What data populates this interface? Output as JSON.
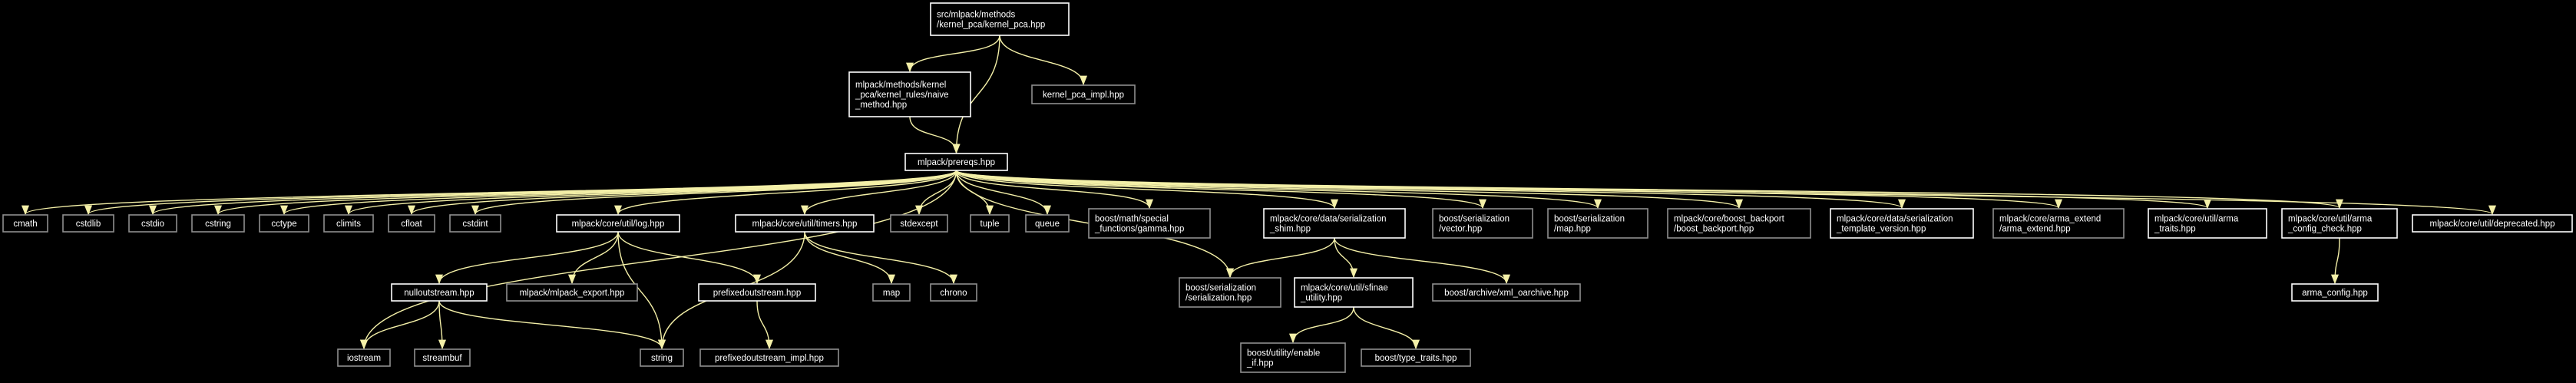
{
  "colors": {
    "background": "#000000",
    "edge": "#f4f0a8",
    "node_border_linked": "#ffffff",
    "node_border_plain": "#8f8f8f",
    "node_fill_root": "#e8e8e8",
    "root_text": "#000000",
    "text": "#ffffff"
  },
  "nodes": [
    {
      "id": "root",
      "lines": [
        "src/mlpack/methods",
        "/kernel_pca/kernel_pca.hpp"
      ],
      "style": "root"
    },
    {
      "id": "naive",
      "lines": [
        "mlpack/methods/kernel",
        "_pca/kernel_rules/naive",
        "_method.hpp"
      ],
      "style": "linked"
    },
    {
      "id": "impl",
      "lines": [
        "kernel_pca_impl.hpp"
      ],
      "style": "plain"
    },
    {
      "id": "prereqs",
      "lines": [
        "mlpack/prereqs.hpp"
      ],
      "style": "linked"
    },
    {
      "id": "cmath",
      "lines": [
        "cmath"
      ],
      "style": "plain"
    },
    {
      "id": "cstdlib",
      "lines": [
        "cstdlib"
      ],
      "style": "plain"
    },
    {
      "id": "cstdio",
      "lines": [
        "cstdio"
      ],
      "style": "plain"
    },
    {
      "id": "cstring",
      "lines": [
        "cstring"
      ],
      "style": "plain"
    },
    {
      "id": "cctype",
      "lines": [
        "cctype"
      ],
      "style": "plain"
    },
    {
      "id": "climits",
      "lines": [
        "climits"
      ],
      "style": "plain"
    },
    {
      "id": "cfloat",
      "lines": [
        "cfloat"
      ],
      "style": "plain"
    },
    {
      "id": "cstdint",
      "lines": [
        "cstdint"
      ],
      "style": "plain"
    },
    {
      "id": "log",
      "lines": [
        "mlpack/core/util/log.hpp"
      ],
      "style": "linked"
    },
    {
      "id": "timers",
      "lines": [
        "mlpack/core/util/timers.hpp"
      ],
      "style": "linked"
    },
    {
      "id": "stdexcept",
      "lines": [
        "stdexcept"
      ],
      "style": "plain"
    },
    {
      "id": "tuple",
      "lines": [
        "tuple"
      ],
      "style": "plain"
    },
    {
      "id": "queue",
      "lines": [
        "queue"
      ],
      "style": "plain"
    },
    {
      "id": "gamma",
      "lines": [
        "boost/math/special",
        "_functions/gamma.hpp"
      ],
      "style": "plain"
    },
    {
      "id": "shim",
      "lines": [
        "mlpack/core/data/serialization",
        "_shim.hpp"
      ],
      "style": "linked"
    },
    {
      "id": "vector",
      "lines": [
        "boost/serialization",
        "/vector.hpp"
      ],
      "style": "plain"
    },
    {
      "id": "map_hpp",
      "lines": [
        "boost/serialization",
        "/map.hpp"
      ],
      "style": "plain"
    },
    {
      "id": "backport",
      "lines": [
        "mlpack/core/boost_backport",
        "/boost_backport.hpp"
      ],
      "style": "plain"
    },
    {
      "id": "template_version",
      "lines": [
        "mlpack/core/data/serialization",
        "_template_version.hpp"
      ],
      "style": "linked"
    },
    {
      "id": "arma_extend",
      "lines": [
        "mlpack/core/arma_extend",
        "/arma_extend.hpp"
      ],
      "style": "plain"
    },
    {
      "id": "arma_traits",
      "lines": [
        "mlpack/core/util/arma",
        "_traits.hpp"
      ],
      "style": "linked"
    },
    {
      "id": "config_check",
      "lines": [
        "mlpack/core/util/arma",
        "_config_check.hpp"
      ],
      "style": "linked"
    },
    {
      "id": "deprecated",
      "lines": [
        "mlpack/core/util/deprecated.hpp"
      ],
      "style": "linked"
    },
    {
      "id": "nullout",
      "lines": [
        "nulloutstream.hpp"
      ],
      "style": "linked"
    },
    {
      "id": "mlpack_export",
      "lines": [
        "mlpack/mlpack_export.hpp"
      ],
      "style": "plain"
    },
    {
      "id": "prefixed",
      "lines": [
        "prefixedoutstream.hpp"
      ],
      "style": "linked"
    },
    {
      "id": "map",
      "lines": [
        "map"
      ],
      "style": "plain"
    },
    {
      "id": "chrono",
      "lines": [
        "chrono"
      ],
      "style": "plain"
    },
    {
      "id": "serialization",
      "lines": [
        "boost/serialization",
        "/serialization.hpp"
      ],
      "style": "plain"
    },
    {
      "id": "sfinae",
      "lines": [
        "mlpack/core/util/sfinae",
        "_utility.hpp"
      ],
      "style": "linked"
    },
    {
      "id": "xml_oarchive",
      "lines": [
        "boost/archive/xml_oarchive.hpp"
      ],
      "style": "plain"
    },
    {
      "id": "arma_config",
      "lines": [
        "arma_config.hpp"
      ],
      "style": "linked"
    },
    {
      "id": "iostream",
      "lines": [
        "iostream"
      ],
      "style": "plain"
    },
    {
      "id": "streambuf",
      "lines": [
        "streambuf"
      ],
      "style": "plain"
    },
    {
      "id": "string",
      "lines": [
        "string"
      ],
      "style": "plain"
    },
    {
      "id": "prefixed_impl",
      "lines": [
        "prefixedoutstream_impl.hpp"
      ],
      "style": "plain"
    },
    {
      "id": "enable_if",
      "lines": [
        "boost/utility/enable",
        "_if.hpp"
      ],
      "style": "plain"
    },
    {
      "id": "type_traits",
      "lines": [
        "boost/type_traits.hpp"
      ],
      "style": "plain"
    }
  ],
  "edges": [
    [
      "root",
      "naive"
    ],
    [
      "root",
      "impl"
    ],
    [
      "root",
      "prereqs"
    ],
    [
      "naive",
      "prereqs"
    ],
    [
      "prereqs",
      "cmath"
    ],
    [
      "prereqs",
      "cstdlib"
    ],
    [
      "prereqs",
      "cstdio"
    ],
    [
      "prereqs",
      "cstring"
    ],
    [
      "prereqs",
      "cctype"
    ],
    [
      "prereqs",
      "climits"
    ],
    [
      "prereqs",
      "cfloat"
    ],
    [
      "prereqs",
      "cstdint"
    ],
    [
      "prereqs",
      "iostream"
    ],
    [
      "prereqs",
      "log"
    ],
    [
      "prereqs",
      "timers"
    ],
    [
      "prereqs",
      "stdexcept"
    ],
    [
      "prereqs",
      "tuple"
    ],
    [
      "prereqs",
      "queue"
    ],
    [
      "prereqs",
      "gamma"
    ],
    [
      "prereqs",
      "serialization"
    ],
    [
      "prereqs",
      "shim"
    ],
    [
      "prereqs",
      "vector"
    ],
    [
      "prereqs",
      "map_hpp"
    ],
    [
      "prereqs",
      "backport"
    ],
    [
      "prereqs",
      "template_version"
    ],
    [
      "prereqs",
      "arma_extend"
    ],
    [
      "prereqs",
      "arma_traits"
    ],
    [
      "prereqs",
      "config_check"
    ],
    [
      "prereqs",
      "deprecated"
    ],
    [
      "log",
      "nullout"
    ],
    [
      "log",
      "mlpack_export"
    ],
    [
      "log",
      "prefixed"
    ],
    [
      "log",
      "string"
    ],
    [
      "nullout",
      "iostream"
    ],
    [
      "nullout",
      "streambuf"
    ],
    [
      "nullout",
      "string"
    ],
    [
      "prefixed",
      "prefixed_impl"
    ],
    [
      "timers",
      "map"
    ],
    [
      "timers",
      "chrono"
    ],
    [
      "timers",
      "string"
    ],
    [
      "shim",
      "serialization"
    ],
    [
      "shim",
      "sfinae"
    ],
    [
      "shim",
      "xml_oarchive"
    ],
    [
      "sfinae",
      "enable_if"
    ],
    [
      "sfinae",
      "type_traits"
    ],
    [
      "config_check",
      "arma_config"
    ]
  ]
}
